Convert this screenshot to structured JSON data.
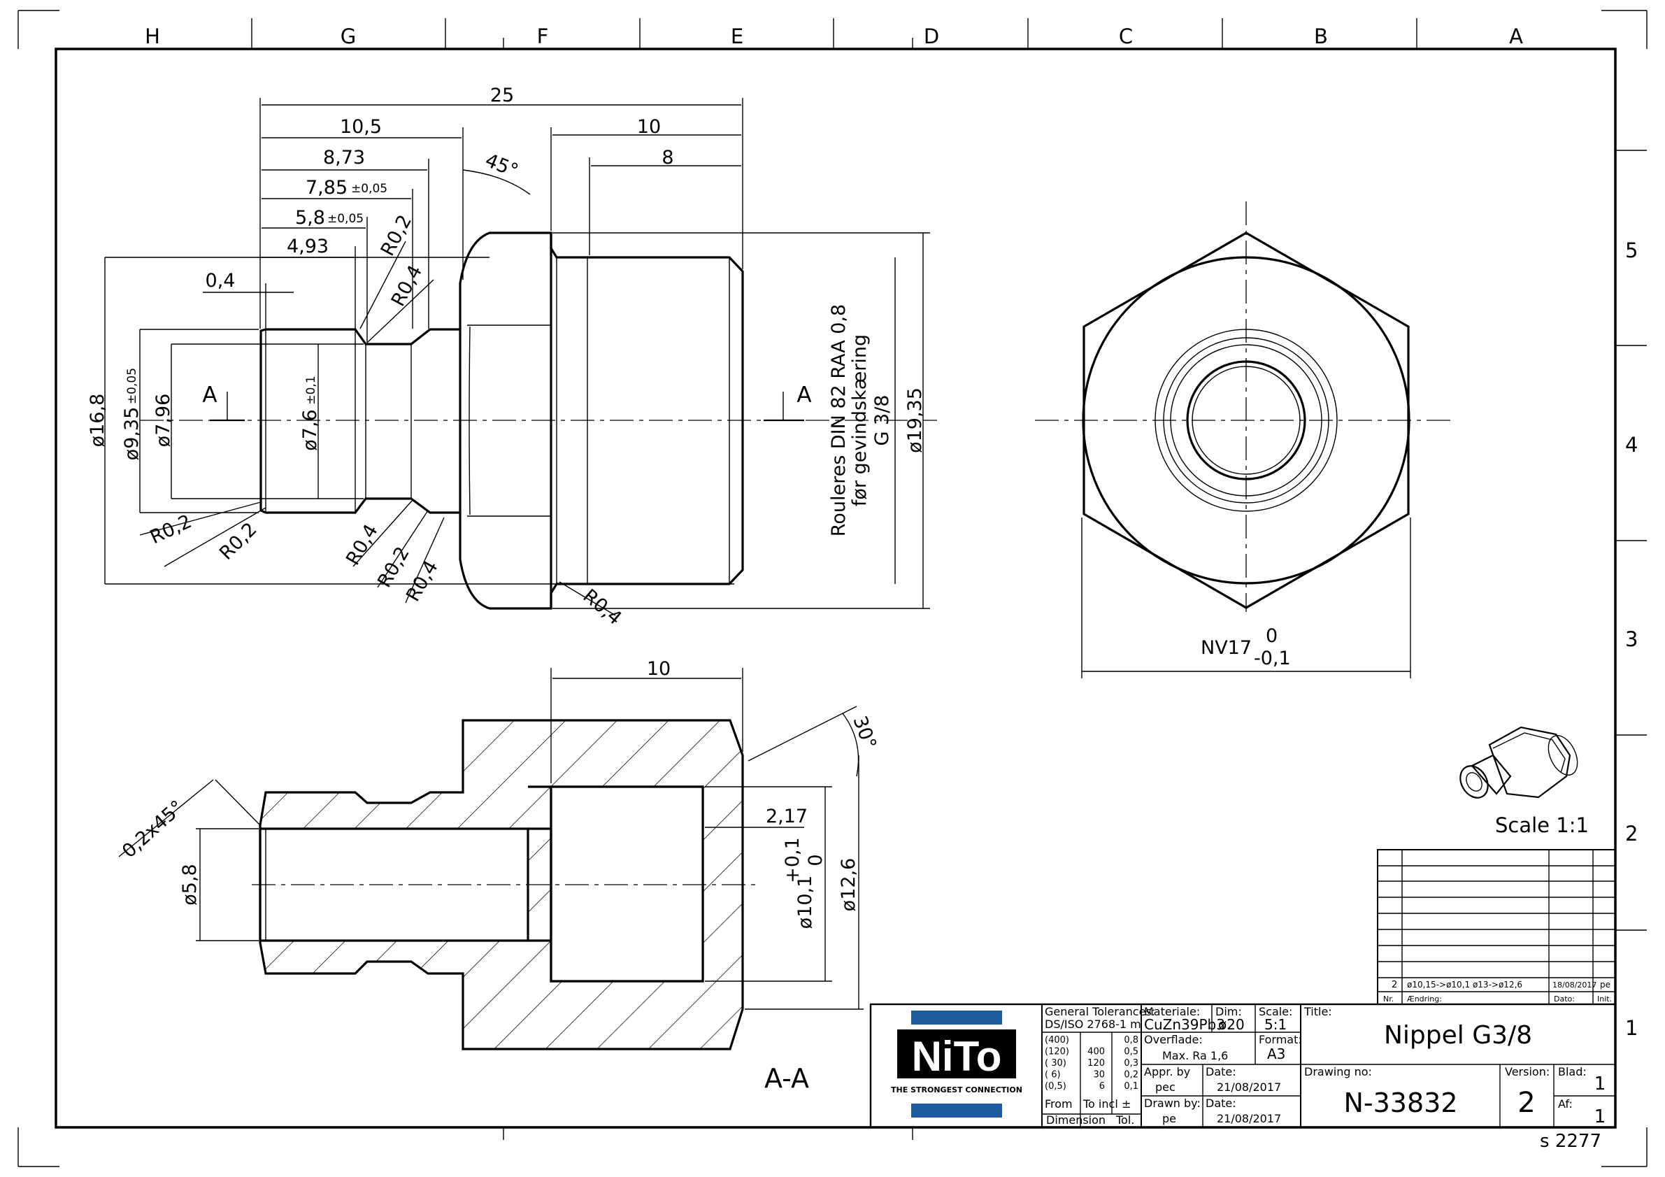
{
  "grid": {
    "columns": [
      "H",
      "G",
      "F",
      "E",
      "D",
      "C",
      "B",
      "A"
    ],
    "rows": [
      "5",
      "4",
      "3",
      "2",
      "1"
    ]
  },
  "dimensions": {
    "d25": "25",
    "d10_5": "10,5",
    "d10_top": "10",
    "d8": "8",
    "d8_73": "8,73",
    "d7_85": "7,85",
    "tol_005": "±0,05",
    "d5_8": "5,8",
    "d4_93": "4,93",
    "d0_4": "0,4",
    "r02": "R0,2",
    "r04": "R0,4",
    "a45": "45°",
    "dia16_8": "ø16,8",
    "dia9_35": "ø9,35",
    "dia7_96": "ø7,96",
    "dia7_6": "ø7,6",
    "tol_01": "±0,1",
    "dia19_35": "ø19,35",
    "note1": "Rouleres DIN 82 RAA 0,8",
    "note2": "før gevindskæring",
    "note3": "G 3/8",
    "section_mark": "A",
    "nv": "NV17",
    "nv_up": "0",
    "nv_low": "-0,1",
    "d10_sec": "10",
    "a30": "30°",
    "chamfer": "0,2x45°",
    "dia5_8": "ø5,8",
    "d2_17": "2,17",
    "dia10_1": "ø10,1",
    "tol_plus": "+0,1",
    "tol_zero": "0",
    "dia12_6": "ø12,6",
    "section_label": "A-A"
  },
  "scale_note": "Scale 1:1",
  "revision": {
    "nr": "2",
    "change": "ø10,15->ø10,1  ø13->ø12,6",
    "date": "18/08/2017",
    "init": "pe",
    "header_nr": "Nr.",
    "header_change": "Ændring:",
    "header_date": "Dato:",
    "header_init": "Init."
  },
  "logo": {
    "text": "NiTo",
    "tagline": "THE STRONGEST CONNECTION",
    "brand_color": "#1f5c9e"
  },
  "title_block": {
    "gen_tol_label": "General Tolerances:",
    "gen_tol_std": "DS/ISO 2768-1 m",
    "tol_rows": [
      {
        "from": "(400)",
        "to": "",
        "tol": "0,8"
      },
      {
        "from": "(120)",
        "to": "400",
        "tol": "0,5"
      },
      {
        "from": "( 30)",
        "to": "120",
        "tol": "0,3"
      },
      {
        "from": "(  6)",
        "to": "30",
        "tol": "0,2"
      },
      {
        "from": "(0,5)",
        "to": "6",
        "tol": "0,1"
      }
    ],
    "from_label": "From",
    "to_label": "To incl",
    "pm": "±",
    "dimension_label": "Dimension",
    "tol_label": "Tol.",
    "material_label": "Materiale:",
    "material": "CuZn39Pb3",
    "dim_label": "Dim:",
    "dim": "ø20",
    "scale_label": "Scale:",
    "scale": "5:1",
    "surface_label": "Overflade:",
    "surface": "Max. Ra 1,6",
    "format_label": "Format:",
    "format": "A3",
    "appr_label": "Appr. by",
    "appr": "pec",
    "appr_date_label": "Date:",
    "appr_date": "21/08/2017",
    "drawn_label": "Drawn by:",
    "drawn": "pe",
    "drawn_date_label": "Date:",
    "drawn_date": "21/08/2017",
    "title_label": "Title:",
    "title": "Nippel G3/8",
    "drawing_no_label": "Drawing no:",
    "drawing_no": "N-33832",
    "version_label": "Version:",
    "version": "2",
    "sheet_label": "Blad:",
    "sheet": "1",
    "of_label": "Af:",
    "of": "1"
  },
  "footer_code": "s 2277"
}
